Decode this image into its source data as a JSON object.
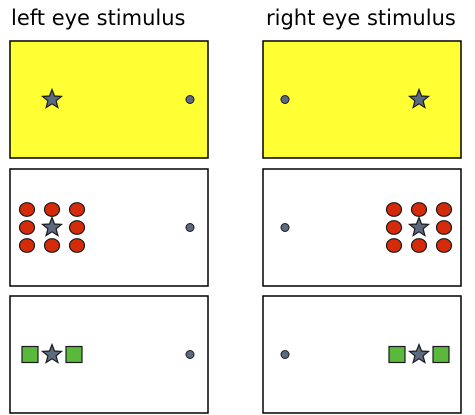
{
  "headers": {
    "left": "left eye stimulus",
    "right": "right eye stimulus"
  },
  "colors": {
    "yellow_fill": "#ffff33",
    "white_fill": "#ffffff",
    "frame_stroke": "#000000",
    "star_fill": "#5c6a80",
    "fixation_dot": "#5c6a80",
    "red_disc": "#d42c0a",
    "green_square": "#5ab83c"
  },
  "rows": [
    {
      "id": "yellow",
      "background": "yellow_fill",
      "flankers": "none"
    },
    {
      "id": "red-discs",
      "background": "white_fill",
      "flankers": "disc-grid-3x3"
    },
    {
      "id": "green-squares",
      "background": "white_fill",
      "flankers": "two-squares"
    }
  ],
  "icons": {
    "target": "star-icon",
    "fixation": "fixation-dot"
  }
}
